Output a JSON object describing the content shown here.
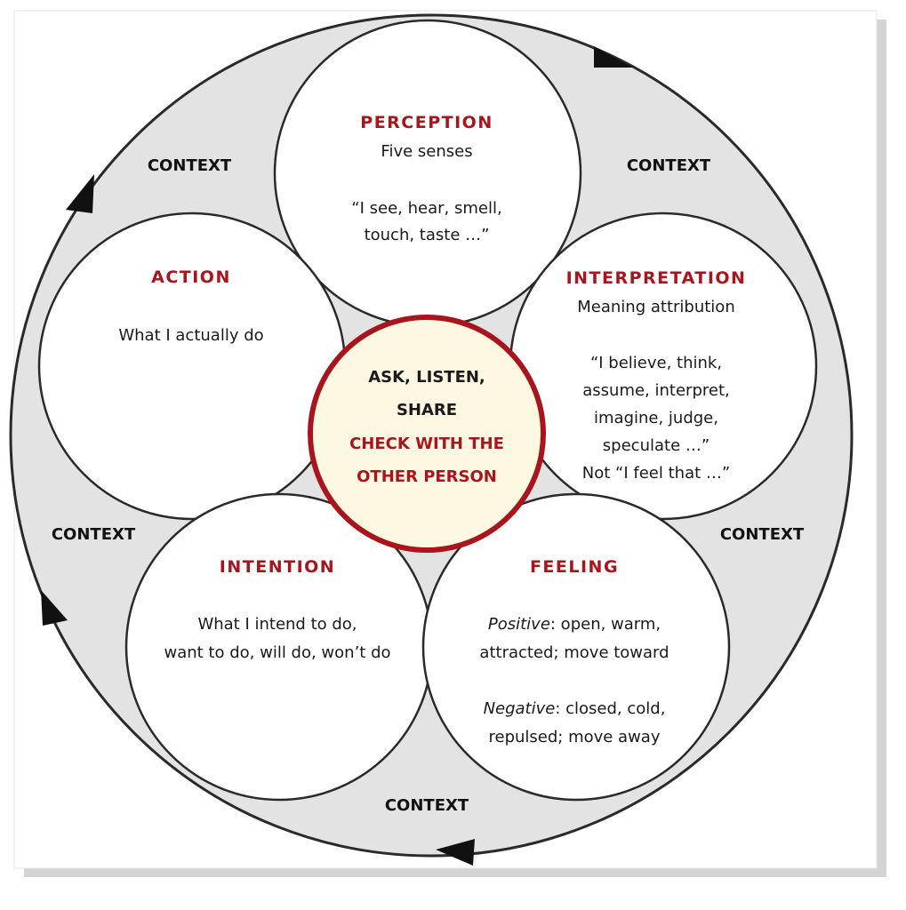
{
  "context_label": "CONTEXT",
  "perception": {
    "title": "PERCEPTION",
    "line1": "Five senses",
    "line2": "“I see, hear, smell,",
    "line3": "touch, taste …”"
  },
  "interpretation": {
    "title": "INTERPRETATION",
    "line1": "Meaning attribution",
    "line2": "“I believe, think,",
    "line3": "assume, interpret,",
    "line4": "imagine, judge,",
    "line5": "speculate …”",
    "line6": "Not “I feel that …”"
  },
  "feeling": {
    "title": "FEELING",
    "positive_label": "Positive",
    "positive_text": ": open, warm,",
    "positive_text2": "attracted; move toward",
    "negative_label": "Negative",
    "negative_text": ": closed, cold,",
    "negative_text2": "repulsed; move away"
  },
  "intention": {
    "title": "INTENTION",
    "line1": "What I intend to do,",
    "line2": "want to do, will do, won’t do"
  },
  "action": {
    "title": "ACTION",
    "line1": "What I actually do"
  },
  "center": {
    "line1": "ASK, LISTEN,",
    "line2": "SHARE",
    "line3": "CHECK WITH THE",
    "line4": "OTHER PERSON"
  },
  "colors": {
    "accent": "#a8151c",
    "ring": "#e3e3e3",
    "center_fill": "#fdf8e2"
  }
}
